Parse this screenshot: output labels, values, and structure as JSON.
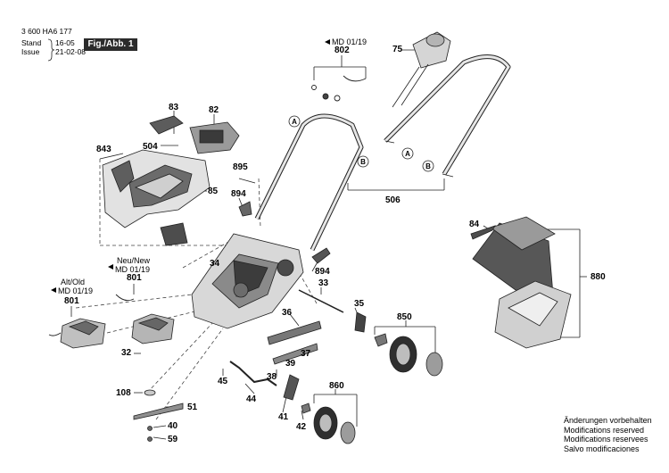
{
  "header": {
    "doc_number": "3 600 HA6 177",
    "stand_label": "Stand",
    "issue_label": "Issue",
    "stand_value": "16-05",
    "issue_value": "21-02-08",
    "figure_label": "Fig./Abb. 1"
  },
  "parts": [
    {
      "id": "p843",
      "text": "843"
    },
    {
      "id": "p504",
      "text": "504"
    },
    {
      "id": "p83",
      "text": "83"
    },
    {
      "id": "p82",
      "text": "82"
    },
    {
      "id": "p85",
      "text": "85"
    },
    {
      "id": "p895",
      "text": "895"
    },
    {
      "id": "p894a",
      "text": "894"
    },
    {
      "id": "p802",
      "text": "802"
    },
    {
      "id": "p75",
      "text": "75"
    },
    {
      "id": "p506",
      "text": "506"
    },
    {
      "id": "p84",
      "text": "84"
    },
    {
      "id": "p880",
      "text": "880"
    },
    {
      "id": "p34",
      "text": "34"
    },
    {
      "id": "p894b",
      "text": "894"
    },
    {
      "id": "p33",
      "text": "33"
    },
    {
      "id": "p801a",
      "text": "801"
    },
    {
      "id": "p801b",
      "text": "801"
    },
    {
      "id": "p35",
      "text": "35"
    },
    {
      "id": "p850",
      "text": "850"
    },
    {
      "id": "p36",
      "text": "36"
    },
    {
      "id": "p37",
      "text": "37"
    },
    {
      "id": "p32",
      "text": "32"
    },
    {
      "id": "p39",
      "text": "39"
    },
    {
      "id": "p38",
      "text": "38"
    },
    {
      "id": "p45",
      "text": "45"
    },
    {
      "id": "p108",
      "text": "108"
    },
    {
      "id": "p44",
      "text": "44"
    },
    {
      "id": "p860",
      "text": "860"
    },
    {
      "id": "p51",
      "text": "51"
    },
    {
      "id": "p41",
      "text": "41"
    },
    {
      "id": "p42",
      "text": "42"
    },
    {
      "id": "p40",
      "text": "40"
    },
    {
      "id": "p59",
      "text": "59"
    }
  ],
  "notes": {
    "md_top": "MD 01/19",
    "neu_new": "Neu/New",
    "md_mid": "MD 01/19",
    "alt_old": "Alt/Old",
    "md_left": "MD 01/19",
    "marker_a": "A",
    "marker_b": "B"
  },
  "footer": {
    "lines": [
      "Änderungen vorbehalten",
      "Modifications reserved",
      "Modifications reservees",
      "Salvo modificaciones"
    ]
  }
}
